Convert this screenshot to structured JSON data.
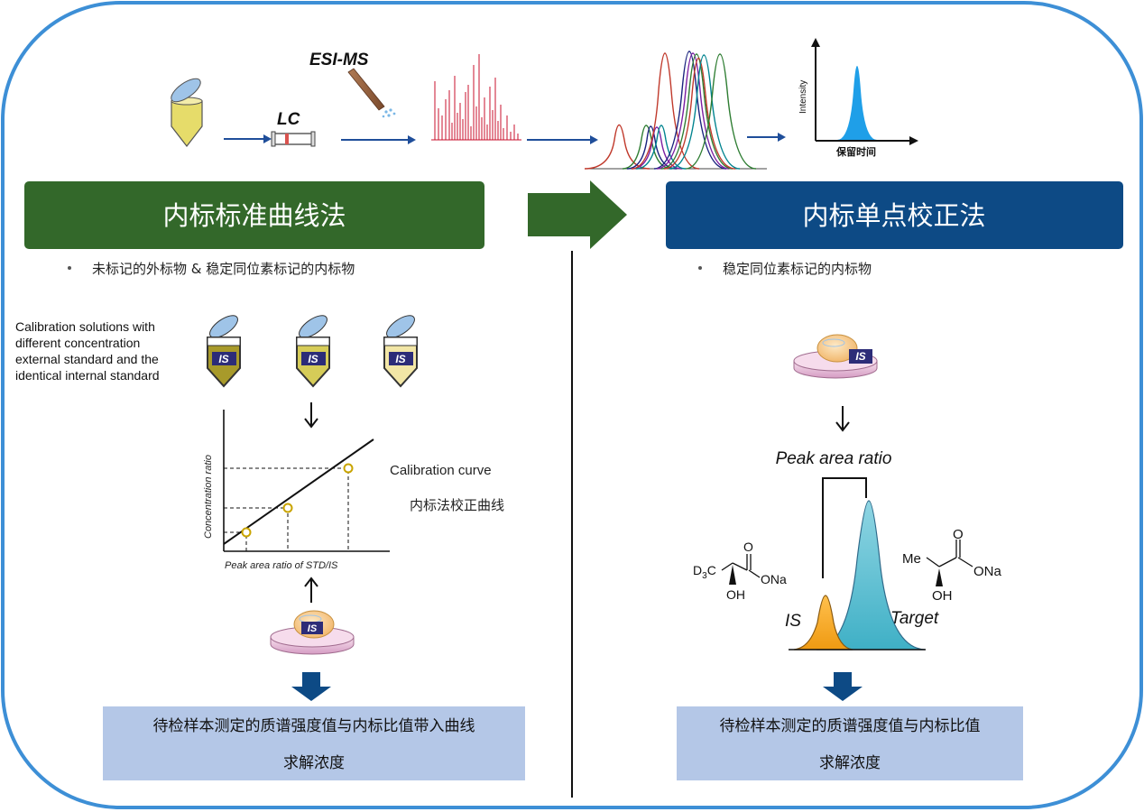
{
  "top": {
    "lc_label": "LC",
    "esims_label": "ESI-MS",
    "y_axis_label": "Intensity",
    "x_axis_label": "保留时间"
  },
  "left": {
    "title": "内标标准曲线法",
    "bullet": "未标记的外标物 & 稳定同位素标记的内标物",
    "calib_desc": [
      "Calibration solutions with",
      "different concentration",
      "external standard and the",
      "identical internal standard"
    ],
    "is_label": "IS",
    "curve_y_label": "Concentration ratio",
    "curve_x_label": "Peak area ratio of STD/IS",
    "curve_label_en": "Calibration curve",
    "curve_label_cn": "内标法校正曲线",
    "result_line1": "待检样本测定的质谱强度值与内标比值带入曲线",
    "result_line2": "求解浓度"
  },
  "right": {
    "title": "内标单点校正法",
    "bullet": "稳定同位素标记的内标物",
    "is_label": "IS",
    "peak_ratio_label": "Peak area ratio",
    "peak_is_label": "IS",
    "peak_target_label": "Target",
    "mol_left": {
      "group": "D",
      "sub": "3",
      "c": "C",
      "o": "O",
      "ona": "ONa",
      "oh": "OH"
    },
    "mol_right": {
      "me": "Me",
      "o": "O",
      "ona": "ONa",
      "oh": "OH"
    },
    "result_line1": "待检样本测定的质谱强度值与内标比值",
    "result_line2": "求解浓度"
  },
  "colors": {
    "frame": "#3d8fd6",
    "green": "#33682a",
    "blue": "#0d4a85",
    "result_bg": "#b4c7e7",
    "vial_yellow": "#e6dc6a",
    "peak_orange": "#f5a623",
    "peak_cyan": "#62c2d4",
    "peak_blue": "#1f9fe8"
  }
}
